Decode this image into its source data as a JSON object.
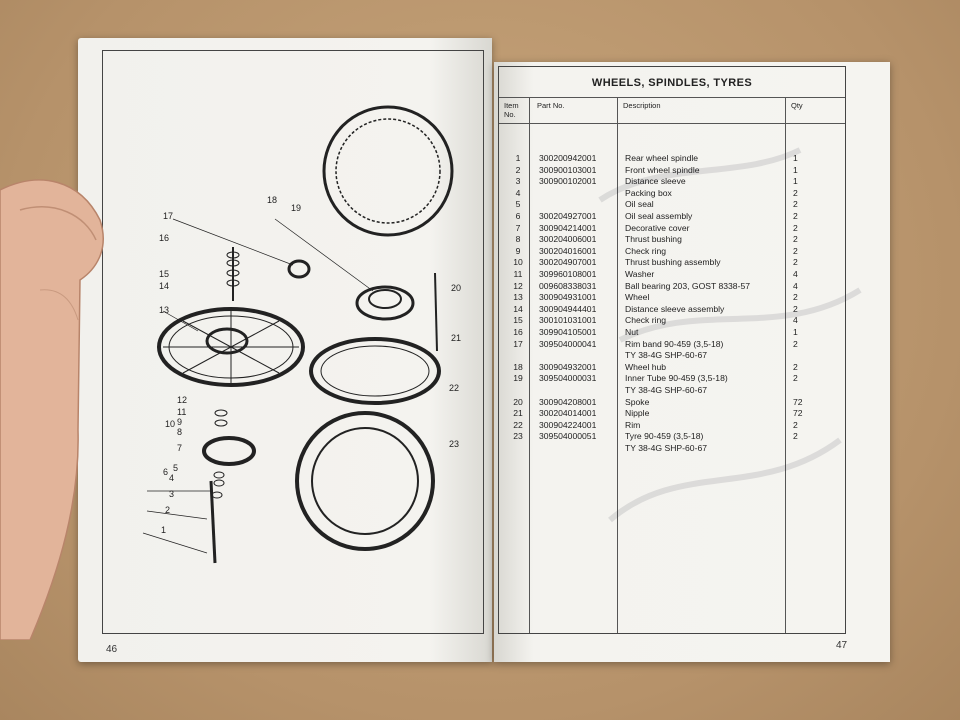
{
  "left_page": {
    "page_number": "46",
    "callouts": [
      "1",
      "2",
      "3",
      "4",
      "5",
      "6",
      "7",
      "8",
      "9",
      "10",
      "11",
      "12",
      "13",
      "14",
      "15",
      "16",
      "17",
      "18",
      "19",
      "20",
      "21",
      "22",
      "23"
    ]
  },
  "right_page": {
    "page_number": "47",
    "title": "WHEELS, SPINDLES, TYRES",
    "headers": {
      "item": "Item\nNo.",
      "part": "Part No.",
      "desc": "Description",
      "qty": "Qty"
    },
    "rows": [
      {
        "item": "1",
        "part": "300200942001",
        "desc": "Rear wheel spindle",
        "qty": "1"
      },
      {
        "item": "2",
        "part": "300900103001",
        "desc": "Front wheel spindle",
        "qty": "1"
      },
      {
        "item": "3",
        "part": "300900102001",
        "desc": "Distance sleeve",
        "qty": "1"
      },
      {
        "item": "4",
        "part": "",
        "desc": "Packing box",
        "qty": "2"
      },
      {
        "item": "5",
        "part": "",
        "desc": "Oil seal",
        "qty": "2"
      },
      {
        "item": "6",
        "part": "300204927001",
        "desc": "Oil seal assembly",
        "qty": "2"
      },
      {
        "item": "7",
        "part": "300904214001",
        "desc": "Decorative cover",
        "qty": "2"
      },
      {
        "item": "8",
        "part": "300204006001",
        "desc": "Thrust bushing",
        "qty": "2"
      },
      {
        "item": "9",
        "part": "300204016001",
        "desc": "Check ring",
        "qty": "2"
      },
      {
        "item": "10",
        "part": "300204907001",
        "desc": "Thrust bushing assembly",
        "qty": "2"
      },
      {
        "item": "11",
        "part": "309960108001",
        "desc": "Washer",
        "qty": "4"
      },
      {
        "item": "12",
        "part": "009608338031",
        "desc": "Ball bearing 203, GOST 8338-57",
        "qty": "4"
      },
      {
        "item": "13",
        "part": "300904931001",
        "desc": "Wheel",
        "qty": "2"
      },
      {
        "item": "14",
        "part": "300904944401",
        "desc": "Distance sleeve assembly",
        "qty": "2"
      },
      {
        "item": "15",
        "part": "300101031001",
        "desc": "Check ring",
        "qty": "4"
      },
      {
        "item": "16",
        "part": "309904105001",
        "desc": "Nut",
        "qty": "1"
      },
      {
        "item": "17",
        "part": "309504000041",
        "desc": "Rim band 90-459 (3,5-18)",
        "qty": "2"
      },
      {
        "item": "",
        "part": "",
        "desc": "TY 38-4G SHP-60-67",
        "qty": ""
      },
      {
        "item": "18",
        "part": "300904932001",
        "desc": "Wheel hub",
        "qty": "2"
      },
      {
        "item": "19",
        "part": "309504000031",
        "desc": "Inner Tube 90-459 (3,5-18)",
        "qty": "2"
      },
      {
        "item": "",
        "part": "",
        "desc": "TY 38-4G SHP-60-67",
        "qty": ""
      },
      {
        "item": "20",
        "part": "300904208001",
        "desc": "Spoke",
        "qty": "72"
      },
      {
        "item": "21",
        "part": "300204014001",
        "desc": "Nipple",
        "qty": "72"
      },
      {
        "item": "22",
        "part": "300904224001",
        "desc": "Rim",
        "qty": "2"
      },
      {
        "item": "23",
        "part": "309504000051",
        "desc": "Tyre 90-459 (3,5-18)",
        "qty": "2"
      },
      {
        "item": "",
        "part": "",
        "desc": "TY 38-4G SHP-60-67",
        "qty": ""
      }
    ]
  }
}
